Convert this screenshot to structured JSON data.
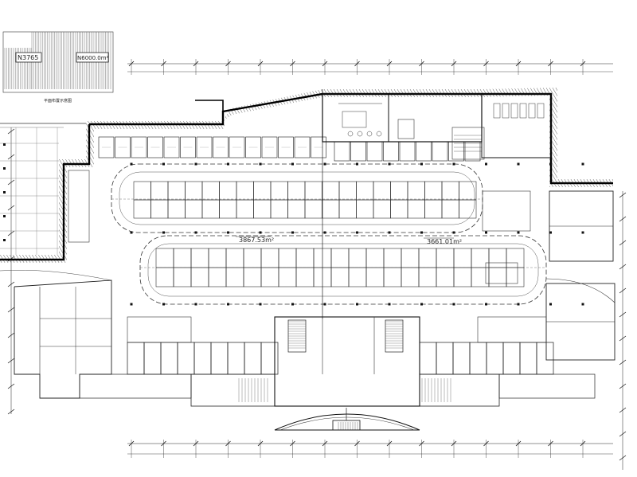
{
  "drawing": {
    "key_plan": {
      "area_labels": [
        "N3765",
        "N6000.0m²"
      ],
      "note": "平面布置示意图"
    },
    "zones": [
      {
        "name": "zone-a-area",
        "label": "3867.53m²"
      },
      {
        "name": "zone-b-area",
        "label": "3661.01m²"
      }
    ]
  },
  "colors": {
    "line": "#1a1a1a",
    "wall": "#000000",
    "hatch": "#555555",
    "background": "#ffffff"
  }
}
